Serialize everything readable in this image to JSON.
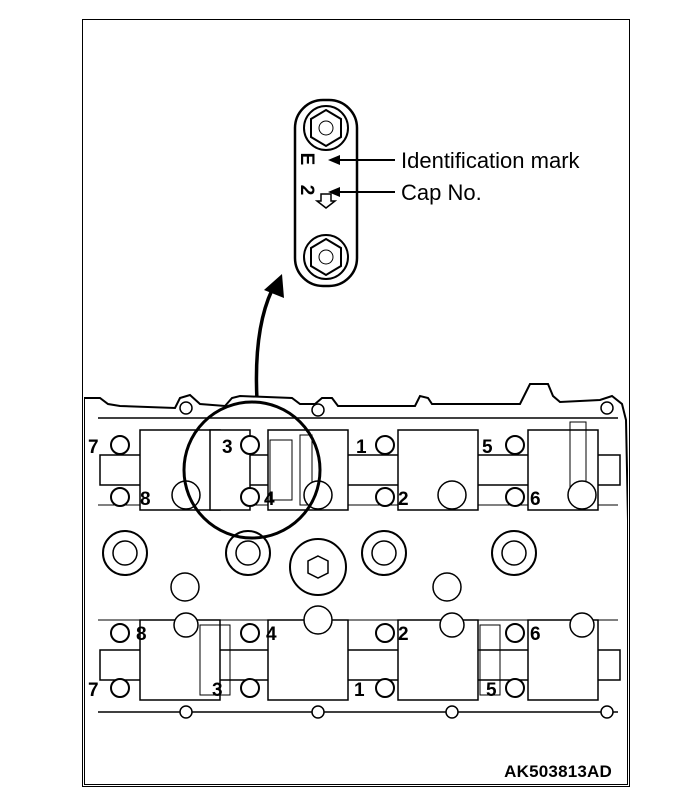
{
  "callouts": {
    "identification_mark": "Identification mark",
    "cap_no": "Cap No."
  },
  "cap": {
    "mark_letter": "E",
    "cap_number": "2"
  },
  "bolt_numbers": {
    "upper_top": [
      "7",
      "3",
      "1",
      "5"
    ],
    "upper_bottom": [
      "8",
      "4",
      "2",
      "6"
    ],
    "lower_top": [
      "8",
      "4",
      "2",
      "6"
    ],
    "lower_bottom": [
      "7",
      "3",
      "1",
      "5"
    ]
  },
  "reference_code": "AK503813AD"
}
